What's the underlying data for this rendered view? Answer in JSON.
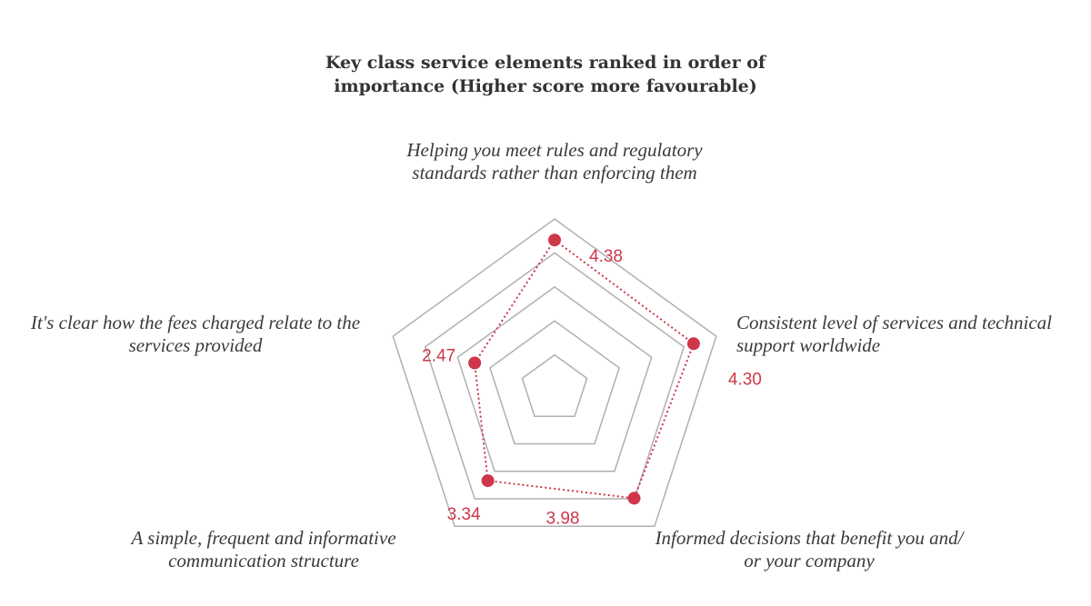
{
  "title_lines": [
    "Key class service elements ranked in order of",
    "importance (Higher score more favourable)"
  ],
  "accent_color": "#d0364a",
  "grid_color": "#b0b0b0",
  "chart_data": {
    "type": "radar",
    "title": "Key class service elements ranked in order of importance (Higher score more favourable)",
    "axes": [
      {
        "label_lines": [
          "Helping you meet rules and regulatory",
          "standards rather than enforcing them"
        ],
        "value": 4.38,
        "value_text": "4.38"
      },
      {
        "label_lines": [
          "Consistent level of services and technical",
          "support worldwide"
        ],
        "value": 4.3,
        "value_text": "4.30"
      },
      {
        "label_lines": [
          "Informed decisions that benefit you and/",
          "or your company"
        ],
        "value": 3.98,
        "value_text": "3.98"
      },
      {
        "label_lines": [
          "A simple, frequent and informative",
          "communication structure"
        ],
        "value": 3.34,
        "value_text": "3.34"
      },
      {
        "label_lines": [
          "It's clear how the fees charged relate to the",
          "services provided"
        ],
        "value": 2.47,
        "value_text": "2.47"
      }
    ],
    "scale_range": [
      0,
      5
    ],
    "rings": 5,
    "line_style": "dotted",
    "legend": "none"
  }
}
